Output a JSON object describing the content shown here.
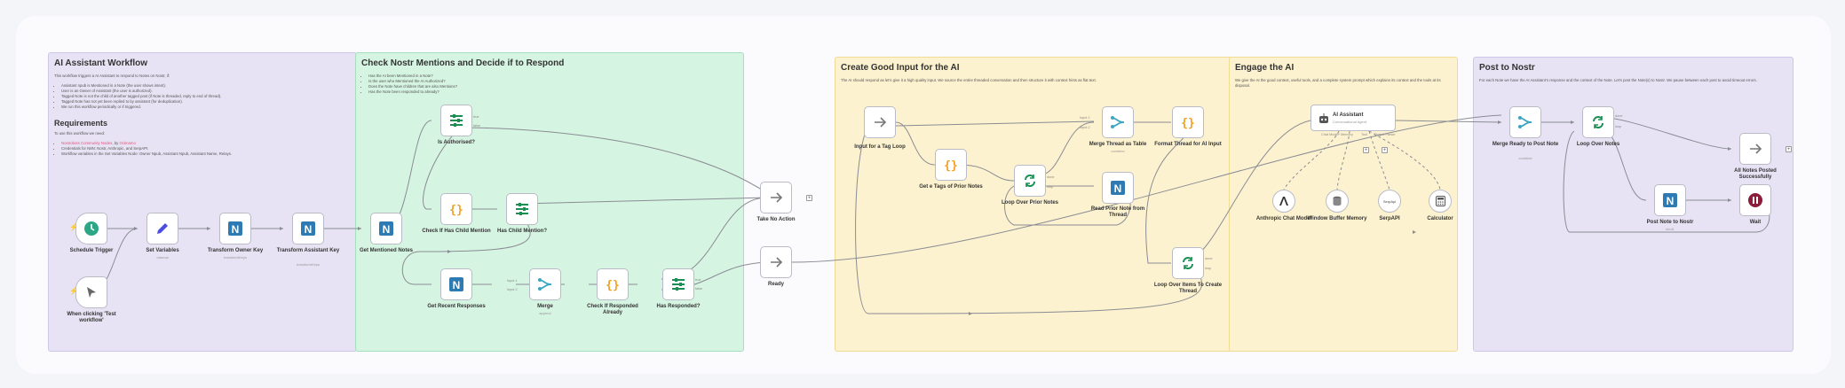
{
  "stickies": {
    "intro": {
      "title": "AI Assistant Workflow",
      "description": "This workflow triggers a AI Assistant to respond to Notes on Nostr, if:",
      "conditions": [
        "Assistant npub is Mentioned in a Note (the user shows intent).",
        "User is an Owner of Assistant (the user is authorized).",
        "Tagged Note is not the child of another tagged post (if Note is threaded, reply to end of thread).",
        "Tagged Note has not yet been replied to by assistant (for deduplication).",
        "We run this workflow periodically or if triggered."
      ],
      "req_title": "Requirements",
      "req_intro": "To use this workflow we need:",
      "req_link": "Nostrobots Community Nodes",
      "req_link_by": ", by ",
      "req_author": "Ocknamo",
      "requirements": [
        "Credentials for N8N: Nostr, Anthropic, and SerpAPI.",
        "Workflow variables in the Set Variables Node: Owner Npub, Assistant Npub, Assistant Name, Relays."
      ]
    },
    "check": {
      "title": "Check Nostr Mentions and Decide if to Respond",
      "questions": [
        "Has the AI been Mentioned in a Note?",
        "Is the user who Mentioned the AI Authorized?",
        "Does the Note have children that are also Mentions?",
        "Has the Note been responded to already?"
      ]
    },
    "input": {
      "title": "Create Good Input for the AI",
      "description": "The AI should respond as let's give it a high quality input. We source the entire threaded conversation and then structure it with context hints as flat text."
    },
    "engage": {
      "title": "Engage the AI",
      "description": "We give the AI the good context, useful tools, and a complete system prompt which explains its context and the tools at its disposal."
    },
    "post": {
      "title": "Post to Nostr",
      "description": "For each Note we have the AI Assistant's response and the context of the Note. Let's post the Note(s) to Nostr. We pause between each post to avoid timeout errors."
    }
  },
  "nodes": {
    "schedule": {
      "label": "Schedule Trigger",
      "icon": "clock-icon"
    },
    "manual": {
      "label": "When clicking 'Test workflow'",
      "icon": "cursor-icon"
    },
    "set_vars": {
      "label": "Set Variables",
      "sub": "manual",
      "icon": "pencil-icon"
    },
    "owner_key": {
      "label": "Transform Owner Key",
      "sub": "transformKeys",
      "icon": "nostr-icon"
    },
    "assistant_key": {
      "label": "Transform Assistant Key",
      "sub": "transformKeys",
      "icon": "nostr-icon"
    },
    "mentions": {
      "label": "Get Mentioned Notes",
      "icon": "nostr-icon"
    },
    "authorized": {
      "label": "Is Authorised?",
      "icon": "filter-icon",
      "true": "true",
      "false": "false"
    },
    "child_mention": {
      "label": "Check If Has Child Mention",
      "icon": "code-icon"
    },
    "has_child": {
      "label": "Has Child Mention?",
      "icon": "filter-icon"
    },
    "recent": {
      "label": "Get Recent Responses",
      "icon": "nostr-icon"
    },
    "merge": {
      "label": "Merge",
      "sub": "append",
      "icon": "merge-icon",
      "in1": "Input 1",
      "in2": "Input 2"
    },
    "responded_check": {
      "label": "Check If Responded Already",
      "icon": "code-icon"
    },
    "has_responded": {
      "label": "Has Responded?",
      "icon": "filter-icon",
      "true": "true",
      "false": "false"
    },
    "no_action": {
      "label": "Take No Action",
      "icon": "arrow-icon"
    },
    "ready": {
      "label": "Ready",
      "icon": "arrow-icon"
    },
    "input_loop": {
      "label": "Input for a Tag Loop",
      "icon": "arrow-icon"
    },
    "get_tags": {
      "label": "Get e Tags of Prior Notes",
      "icon": "code-icon"
    },
    "loop_prior": {
      "label": "Loop Over Prior Notes",
      "icon": "loop-icon",
      "done": "done",
      "loop": "loop"
    },
    "merge_thread": {
      "label": "Merge Thread as Table",
      "sub": "combine",
      "icon": "merge-icon",
      "in1": "Input 1",
      "in2": "Input 2"
    },
    "read_prior": {
      "label": "Read Prior Note from Thread",
      "icon": "nostr-icon"
    },
    "format_thread": {
      "label": "Format Thread for AI Input",
      "icon": "code-icon"
    },
    "loop_items": {
      "label": "Loop Over Items To Create Thread",
      "icon": "loop-icon",
      "done": "done",
      "loop": "loop"
    },
    "agent": {
      "label": "AI Assistant",
      "sub": "Conversational Agent",
      "icon": "robot-icon",
      "model_slot": "Chat Model*",
      "memory_slot": "Memory",
      "tool_slot": "Tool",
      "parser_slot": "Output Parser"
    },
    "anthropic": {
      "label": "Anthropic Chat Model",
      "icon": "anthropic-icon"
    },
    "memory": {
      "label": "Window Buffer Memory",
      "icon": "database-icon"
    },
    "serpapi": {
      "label": "SerpAPI",
      "icon": "serpapi-icon",
      "glyph": "SerpApi"
    },
    "calculator": {
      "label": "Calculator",
      "icon": "calculator-icon"
    },
    "merge_ready": {
      "label": "Merge Ready to Post Note",
      "sub": "combine",
      "icon": "merge-icon"
    },
    "loop_notes": {
      "label": "Loop Over Notes",
      "icon": "loop-icon",
      "done": "done",
      "loop": "loop"
    },
    "all_posted": {
      "label": "All Notes Posted Successfully",
      "icon": "arrow-icon"
    },
    "post_nostr": {
      "label": "Post Note to Nostr",
      "sub": "kind1",
      "icon": "nostr-icon"
    },
    "wait": {
      "label": "Wait",
      "icon": "pause-icon"
    }
  },
  "colors": {
    "purple_sticky": "#e7e3f4",
    "purple_border": "#cfc7ea",
    "green_sticky": "#d6f4e2",
    "green_border": "#a7dfbe",
    "yellow_sticky": "#fdf2cf",
    "yellow_border": "#f2dc95",
    "edge": "#8a8c94",
    "trigger": "#ff6d5a",
    "nostr": "#2e7bb4",
    "filter": "#1a8f52",
    "code": "#f2a023",
    "merge": "#3aa6c2",
    "wait": "#8b1d3b",
    "set": "#4a4de0"
  }
}
